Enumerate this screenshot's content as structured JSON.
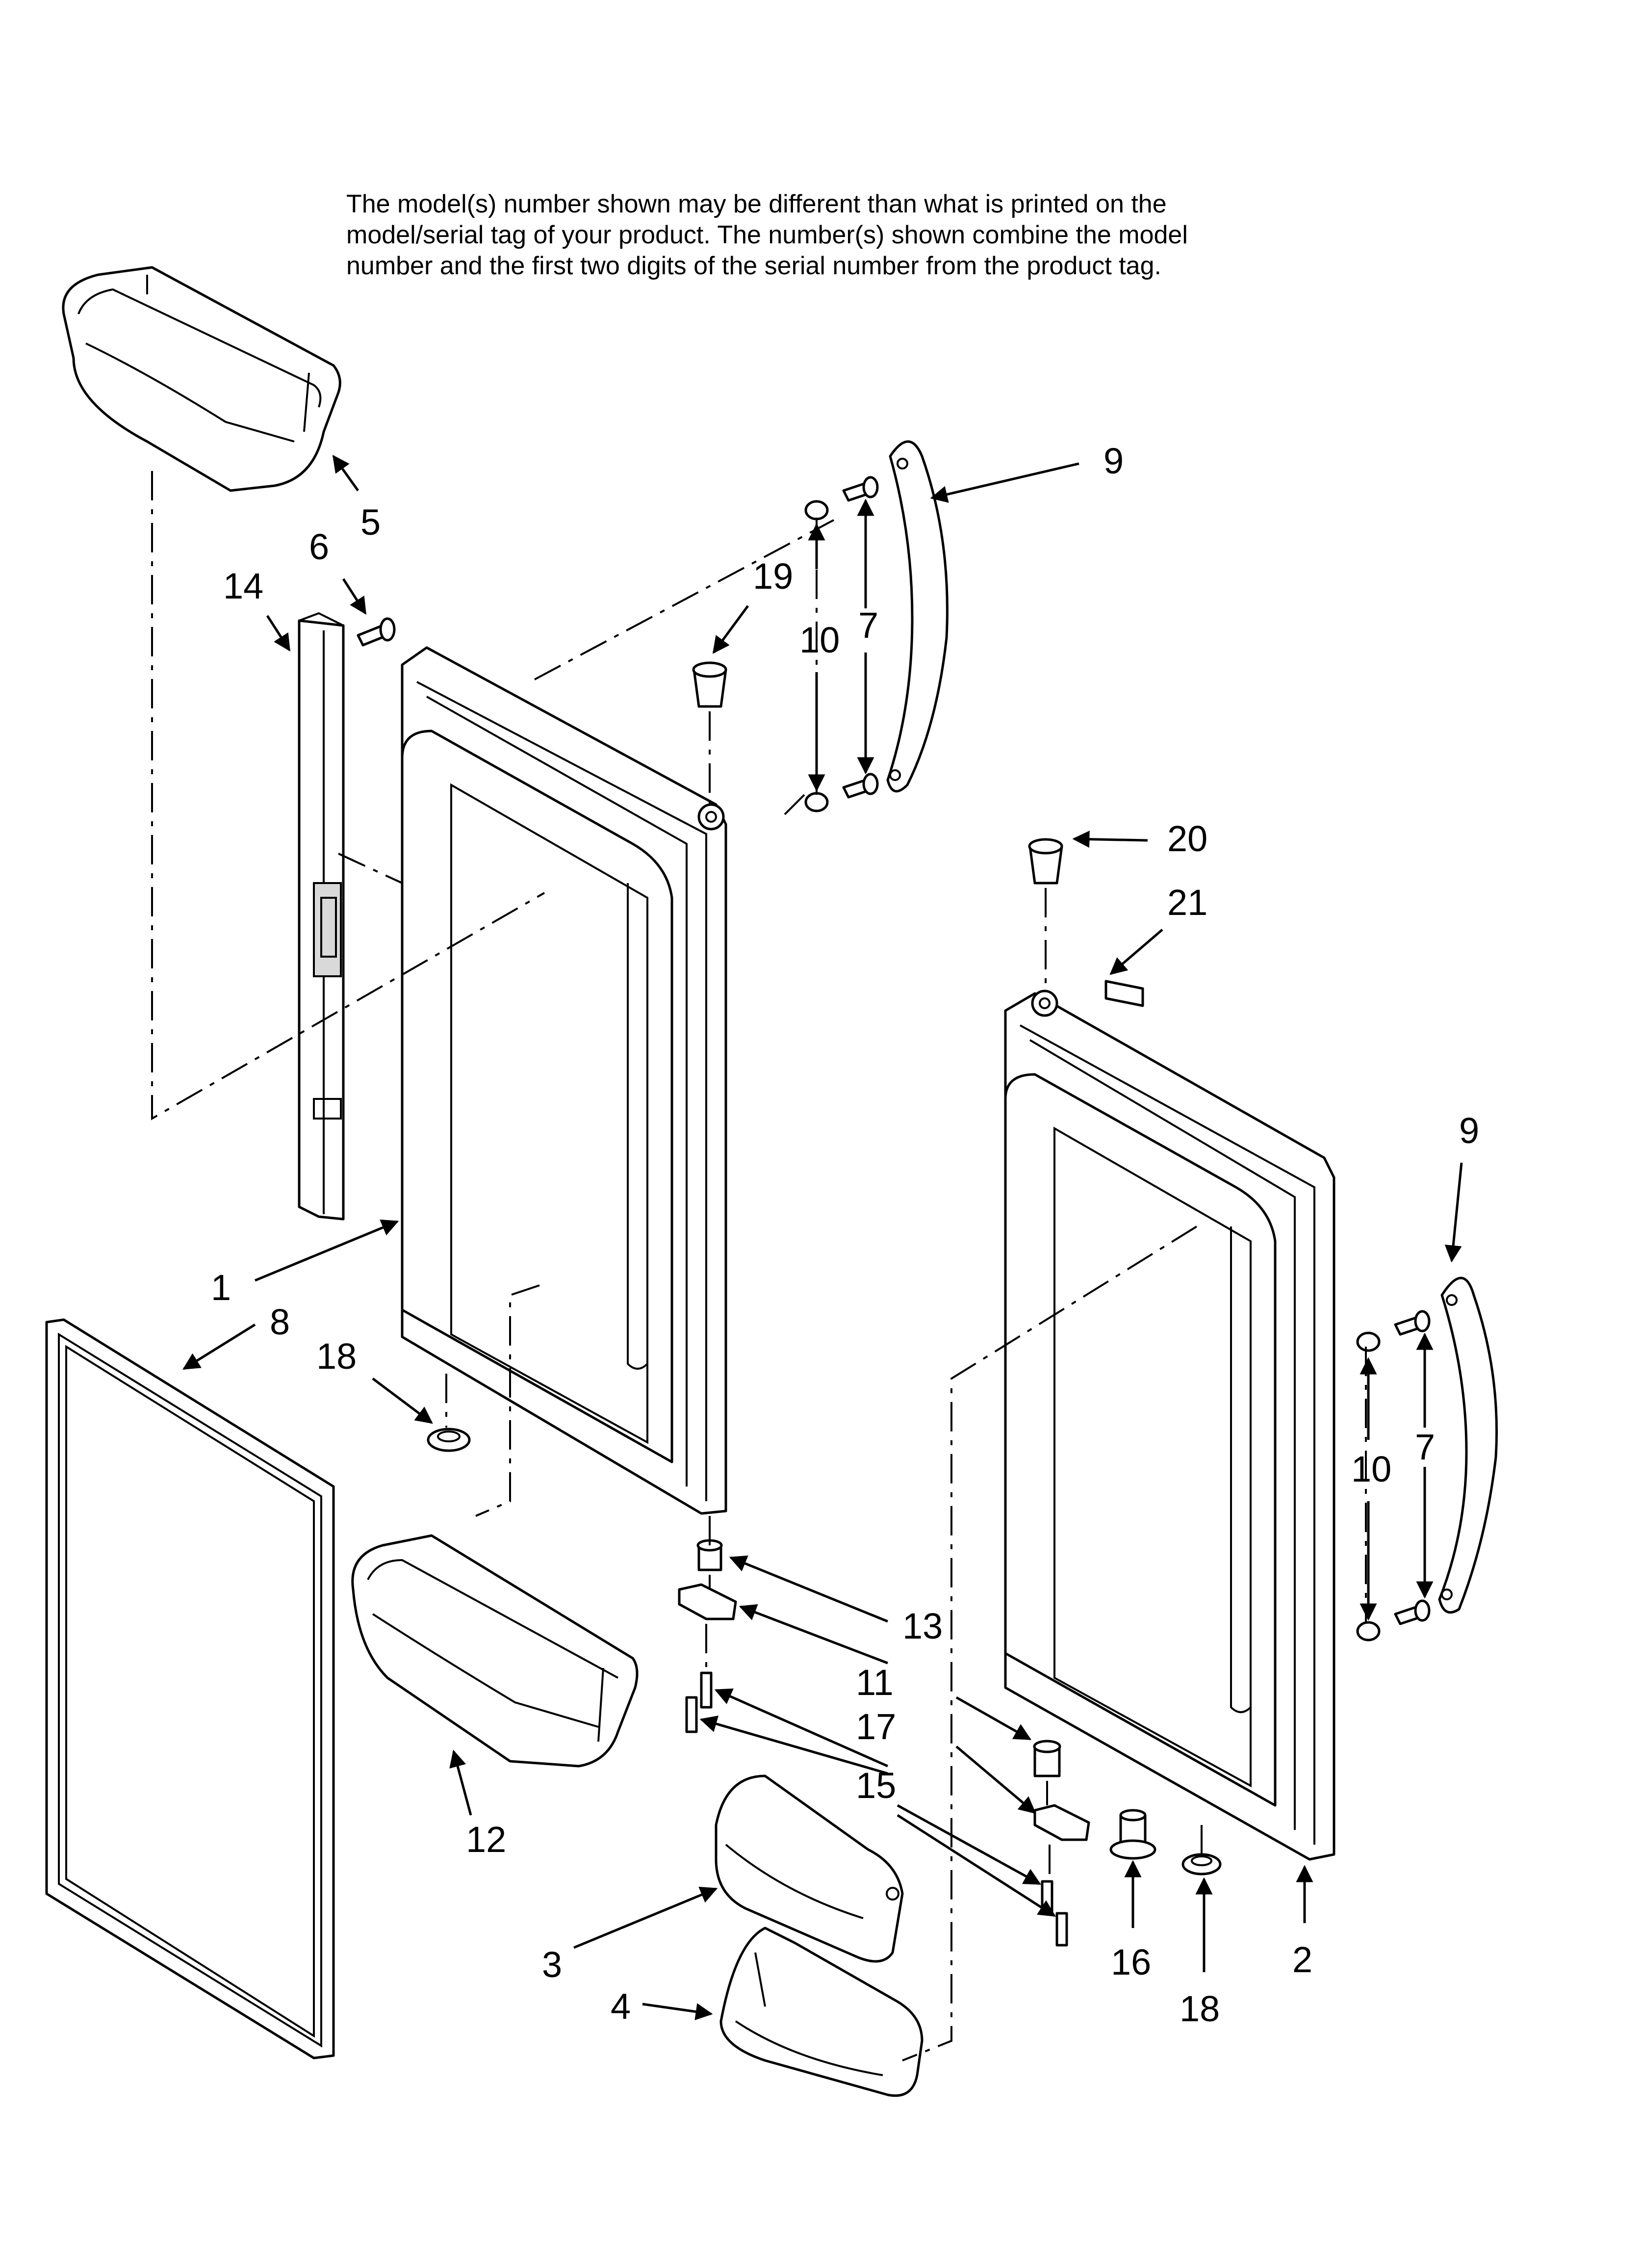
{
  "notice": {
    "lines": [
      "The model(s) number shown may be different than what is printed on the",
      "model/serial tag of your product. The number(s) shown combine the model",
      "number and the first two digits of the serial number from the product tag."
    ]
  },
  "callouts": [
    "1",
    "2",
    "3",
    "4",
    "5",
    "6",
    "7",
    "8",
    "9",
    "10",
    "11",
    "12",
    "13",
    "14",
    "15",
    "16",
    "17",
    "18",
    "19",
    "20",
    "21"
  ]
}
